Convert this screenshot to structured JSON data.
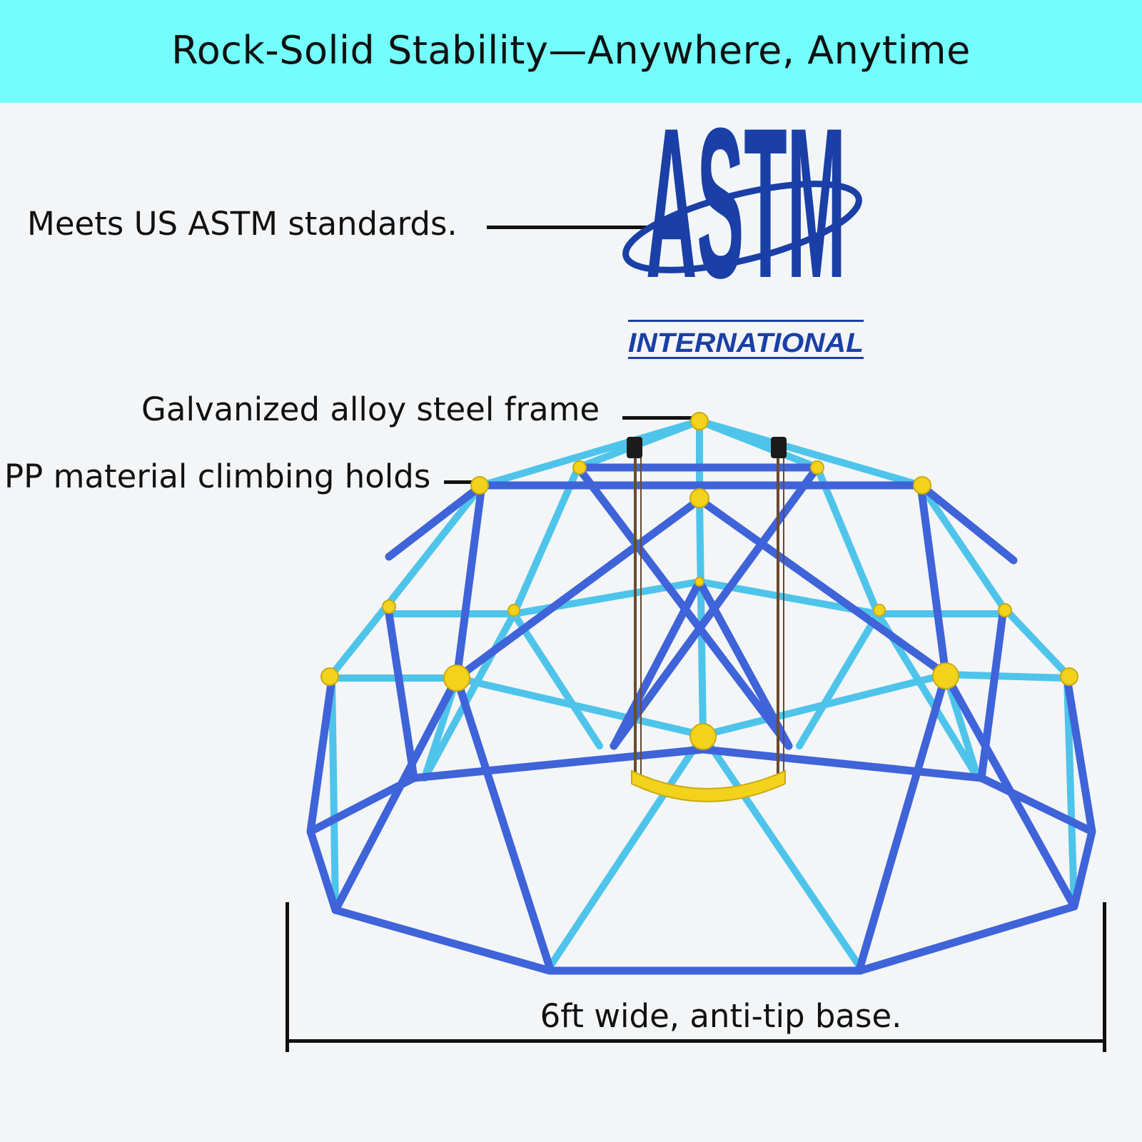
{
  "header": {
    "title": "Rock-Solid Stability—Anywhere, Anytime",
    "background_color": "#74fdfd"
  },
  "callouts": {
    "astm": "Meets US ASTM standards.",
    "frame": "Galvanized alloy steel frame",
    "holds": "PP material climbing holds",
    "base": "6ft wide, anti-tip base."
  },
  "logo": {
    "letters": "ASTM",
    "subtitle": "INTERNATIONAL",
    "color": "#1a3fa6"
  },
  "product": {
    "frame_colors": {
      "dark": "#3f63d8",
      "light": "#4ec4ea"
    },
    "hold_color": "#f3d21c",
    "swing_seat_color": "#f3d21c"
  }
}
